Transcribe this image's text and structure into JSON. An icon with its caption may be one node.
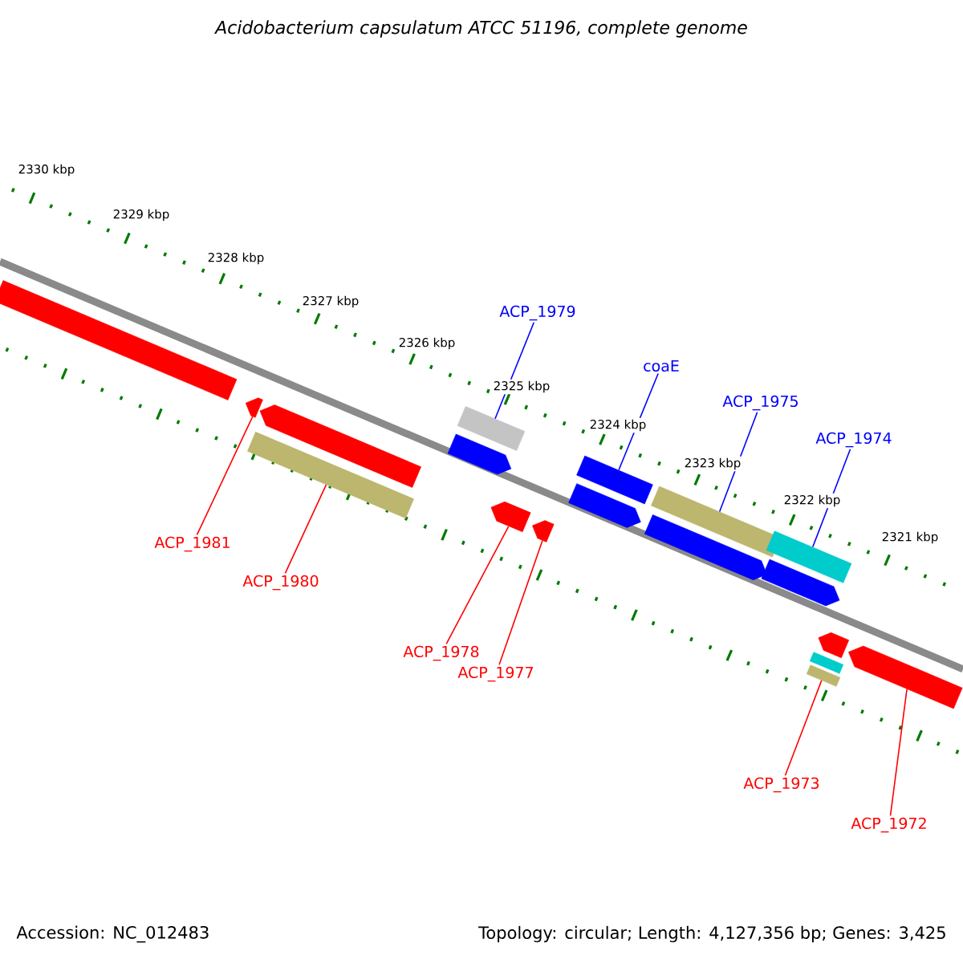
{
  "diagram": {
    "title": "Acidobacterium capsulatum ATCC 51196, complete genome",
    "nodes": [
      {
        "text": [
          "ACP_1979"
        ]
      },
      {
        "text": [
          "coaE"
        ]
      },
      {
        "text": [
          "ACP_1975"
        ]
      },
      {
        "text": [
          "ACP_1974"
        ]
      },
      {
        "text": [
          "ACP_1981"
        ]
      },
      {
        "text": [
          "ACP_1980"
        ]
      },
      {
        "text": [
          "ACP_1978"
        ]
      },
      {
        "text": [
          "ACP_1977"
        ]
      },
      {
        "text": [
          "ACP_1973"
        ]
      },
      {
        "text": [
          "ACP_1972"
        ]
      },
      {
        "text": [],
        "shape": "bar"
      },
      {
        "text": [],
        "shape": "arrow"
      },
      {
        "text": [],
        "shape": "arrow"
      },
      {
        "text": [],
        "shape": "bar"
      },
      {
        "text": [],
        "shape": "bar"
      },
      {
        "text": [],
        "shape": "arrow"
      },
      {
        "text": [],
        "shape": "arrow"
      },
      {
        "text": [],
        "shape": "arrow"
      },
      {
        "text": [],
        "shape": "bar"
      },
      {
        "text": [],
        "shape": "arrow"
      },
      {
        "text": [],
        "shape": "bar"
      },
      {
        "text": [],
        "shape": "arrow"
      },
      {
        "text": [],
        "shape": "bar"
      },
      {
        "text": [],
        "shape": "arrow"
      },
      {
        "text": [],
        "shape": "arrow"
      },
      {
        "text": [],
        "shape": "bar"
      },
      {
        "text": [],
        "shape": "bar"
      },
      {
        "text": [],
        "shape": "arrow"
      }
    ],
    "edges": [
      {
        "from": 0,
        "to": 14,
        "arrow": "none",
        "color": "#0000ff"
      },
      {
        "from": 1,
        "to": 18,
        "arrow": "none",
        "color": "#0000ff"
      },
      {
        "from": 2,
        "to": 20,
        "arrow": "none",
        "color": "#0000ff"
      },
      {
        "from": 3,
        "to": 22,
        "arrow": "none",
        "color": "#0000ff"
      },
      {
        "from": 4,
        "to": 11,
        "arrow": "none"
      },
      {
        "from": 5,
        "to": 13,
        "arrow": "none"
      },
      {
        "from": 6,
        "to": 16,
        "arrow": "none"
      },
      {
        "from": 7,
        "to": 17,
        "arrow": "none"
      },
      {
        "from": 8,
        "to": 26,
        "arrow": "none"
      },
      {
        "from": 9,
        "to": 27,
        "arrow": "none"
      }
    ],
    "labels": [
      "2330 kbp",
      "2329 kbp",
      "2328 kbp",
      "2327 kbp",
      "2326 kbp",
      "2325 kbp",
      "2324 kbp",
      "2323 kbp",
      "2322 kbp",
      "2321 kbp",
      "Accession: NC_012483",
      "Topology: circular; Length: 4,127,356 bp; Genes: 3,425"
    ]
  }
}
